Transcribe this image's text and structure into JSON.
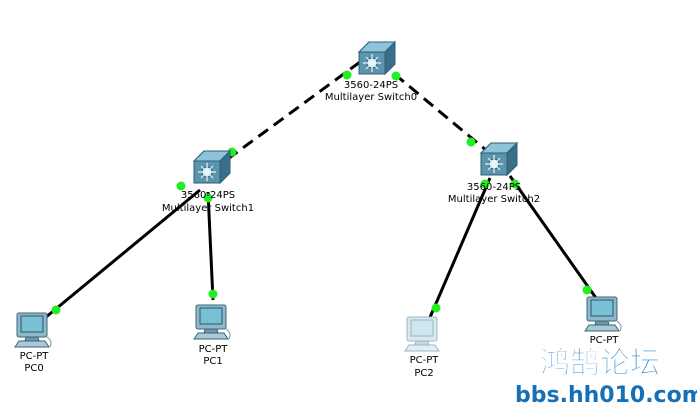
{
  "devices": {
    "switch0": {
      "model": "3560-24PS",
      "name": "Multilayer Switch0"
    },
    "switch1": {
      "model": "3560-24PS",
      "name": "Multilayer Switch1"
    },
    "switch2": {
      "model": "3560-24PS",
      "name": "Multilayer Switch2"
    },
    "pc0": {
      "type": "PC-PT",
      "name": "PC0"
    },
    "pc1": {
      "type": "PC-PT",
      "name": "PC1"
    },
    "pc2": {
      "type": "PC-PT",
      "name": "PC2"
    },
    "pc3": {
      "type": "PC-PT",
      "name": ""
    }
  },
  "links": [
    {
      "from": "switch0",
      "to": "switch1",
      "style": "dashed"
    },
    {
      "from": "switch0",
      "to": "switch2",
      "style": "dashed"
    },
    {
      "from": "switch1",
      "to": "pc0",
      "style": "solid"
    },
    {
      "from": "switch1",
      "to": "pc1",
      "style": "solid"
    },
    {
      "from": "switch2",
      "to": "pc2",
      "style": "solid"
    },
    {
      "from": "switch2",
      "to": "pc3",
      "style": "solid"
    }
  ],
  "watermark": {
    "title": "鸿鹄论坛",
    "url": "bbs.hh010.com"
  },
  "colors": {
    "link_up": "#22ee22",
    "switch_body": "#5c93ad",
    "switch_top": "#8fc3d9",
    "pc_screen": "#79c0d6",
    "pc_screen_faded": "#cfe7ee",
    "watermark_title": "#1c7fd0",
    "watermark_url": "#1570b8"
  }
}
